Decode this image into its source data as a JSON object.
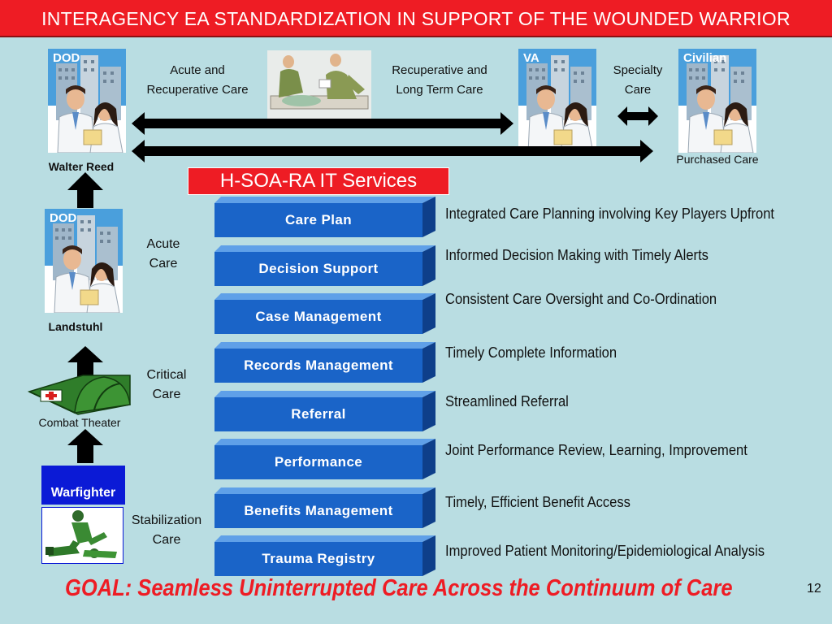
{
  "title": "INTERAGENCY  EA  STANDARDIZATION  IN  SUPPORT  OF THE  WOUNDED WARRIOR",
  "facilities": {
    "dod_top_tag": "DOD",
    "dod_top_name": "Walter Reed",
    "dod_mid_tag": "DOD",
    "dod_mid_name": "Landstuhl",
    "va_tag": "VA",
    "civilian_tag": "Civilian",
    "civilian_name": "Purchased Care",
    "combat_theater": "Combat Theater",
    "warfighter": "Warfighter"
  },
  "care_labels": {
    "acute_recuperative": "Acute and Recuperative Care",
    "recuperative_long_term": "Recuperative and Long Term Care",
    "specialty": "Specialty Care",
    "acute": "Acute Care",
    "critical": "Critical Care",
    "stabilization": "Stabilization Care"
  },
  "services_header": "H-SOA-RA IT Services",
  "services": [
    {
      "label": "Care Plan",
      "description": "Integrated Care Planning involving Key Players Upfront"
    },
    {
      "label": "Decision Support",
      "description": "Informed Decision Making with Timely Alerts"
    },
    {
      "label": "Case Management",
      "description": "Consistent Care Oversight and Co-Ordination"
    },
    {
      "label": "Records Management",
      "description": "Timely Complete Information"
    },
    {
      "label": "Referral",
      "description": "Streamlined Referral"
    },
    {
      "label": "Performance",
      "description": "Joint Performance Review, Learning, Improvement"
    },
    {
      "label": "Benefits Management",
      "description": "Timely,  Efficient Benefit Access"
    },
    {
      "label": "Trauma Registry",
      "description": "Improved Patient Monitoring/Epidemiological Analysis"
    }
  ],
  "goal": "GOAL: Seamless Uninterrupted Care Across the Continuum of Care",
  "page_number": "12",
  "colors": {
    "title_red": "#ee1c24",
    "background": "#b9dde2",
    "service_blue": "#1a64c8",
    "warfighter_blue": "#0b1ad6"
  }
}
